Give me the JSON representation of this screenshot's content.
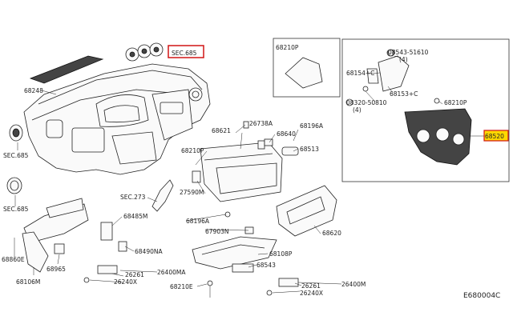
{
  "labels": {
    "sec685_top": "SEC.685",
    "sec685_left1": "SEC.685",
    "sec685_left2": "SEC.685",
    "sec273": "SEC.273",
    "p68248": "68248",
    "p68621": "68621",
    "p26738a": "26738A",
    "p68196a_top": "68196A",
    "p68640": "68640",
    "p68513": "68513",
    "p68210p_mid": "68210P",
    "p27590m": "27590M",
    "p68196a_mid": "68196A",
    "p68485m": "68485M",
    "p67903n": "67903N",
    "p68620": "68620",
    "p68490na": "68490NA",
    "p68108p": "68108P",
    "p68860e": "68860E",
    "p68965": "68965",
    "p26261_left": "26261",
    "p26400ma": "26400MA",
    "p26240x_left": "26240X",
    "p68543": "68543",
    "p68106m": "68106M",
    "p68210e": "68210E",
    "p26261_right": "26261",
    "p26400m": "26400M",
    "p26240x_right": "26240X",
    "p68210p_inset": "68210P",
    "p08543": "08543-51610",
    "p08543_qty": "(4)",
    "p68154c": "68154+C",
    "p68153c": "68153+C",
    "p08320": "08320-50810",
    "p08320_qty": "(4)",
    "p68210p_inset2": "68210P",
    "p68520": "68520",
    "diagram_code": "E680004C"
  },
  "colors": {
    "highlight_border": "#d01515",
    "highlight_fill": "#ffd800",
    "line": "#222222"
  }
}
